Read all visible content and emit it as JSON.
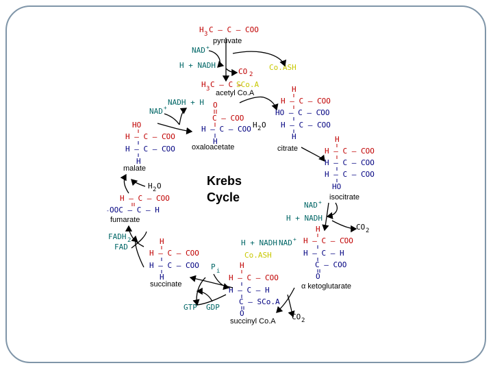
{
  "title": [
    "Krebs",
    "Cycle"
  ],
  "molecules": {
    "pyruvate": {
      "formula_h3": "H",
      "formula_rest": "C – C – COO",
      "charge": "-",
      "name": "pyruvate",
      "sub": "3"
    },
    "acetyl_coa": {
      "h3": "H",
      "sub": "3",
      "chain": "C – C – ",
      "sco": "SCo.A",
      "name": "acetyl Co.A"
    },
    "oxaloacetate": {
      "o": "O",
      "c1": "C – COO",
      "c2": "H – C – COO",
      "h": "H",
      "name": "oxaloacetate"
    },
    "citrate": {
      "h_top": "H",
      "r1": "H – C – COO",
      "r2": "HO – C – COO",
      "r3": "H – C – COO",
      "h_bot": "H",
      "name": "citrate"
    },
    "isocitrate": {
      "h_top": "H",
      "r1": "H – C – COO",
      "r2": "H – C – COO",
      "r3": "H – C – COO",
      "ho": "HO",
      "name": "isocitrate"
    },
    "a_ketoglutarate": {
      "h_top": "H",
      "r1": "H – C – COO",
      "r2": "H – C – H",
      "r3": "C – COO",
      "o": "O",
      "name": "α ketoglutarate"
    },
    "succinyl_coa": {
      "h_top": "H",
      "r1": "H – C – COO",
      "r2": "H – C – H",
      "r3": "C – SCo.A",
      "o": "O",
      "name": "succinyl Co.A"
    },
    "succinate": {
      "h_top": "H",
      "r1": "H – C – COO",
      "r2": "H – C – COO",
      "h_bot": "H",
      "name": "succinate"
    },
    "fumarate": {
      "r1": "H – C – COO",
      "r2": "OOC – C – H",
      "name": "fumarate"
    },
    "malate": {
      "ho": "HO",
      "r1": "H – C – COO",
      "r2": "H – C – COO",
      "h_bot": "H",
      "name": "malate"
    }
  },
  "cofactors": {
    "nad_1": "NAD",
    "h_nadh_1": "H + NADH",
    "co2_1": "CO",
    "coash_1": "Co.ASH",
    "h2o_citrate": "H",
    "nadh_h_malate": "NADH + H",
    "nad_malate": "NAD",
    "h2o_malate": "H",
    "nad_iso": "NAD",
    "h_nadh_iso": "H + NADH",
    "co2_iso": "CO",
    "h_nadh_akg": "H + NADH",
    "nad_akg": "NAD",
    "coash_akg": "Co.ASH",
    "co2_akg": "CO",
    "pi": "P",
    "gtp": "GTP",
    "gdp": "GDP",
    "fadh2": "FADH",
    "fad": "FAD"
  },
  "colors": {
    "red": "#c00000",
    "blue": "#000080",
    "teal": "#006666",
    "yellow": "#c8c800",
    "frame": "#7f95a8"
  }
}
